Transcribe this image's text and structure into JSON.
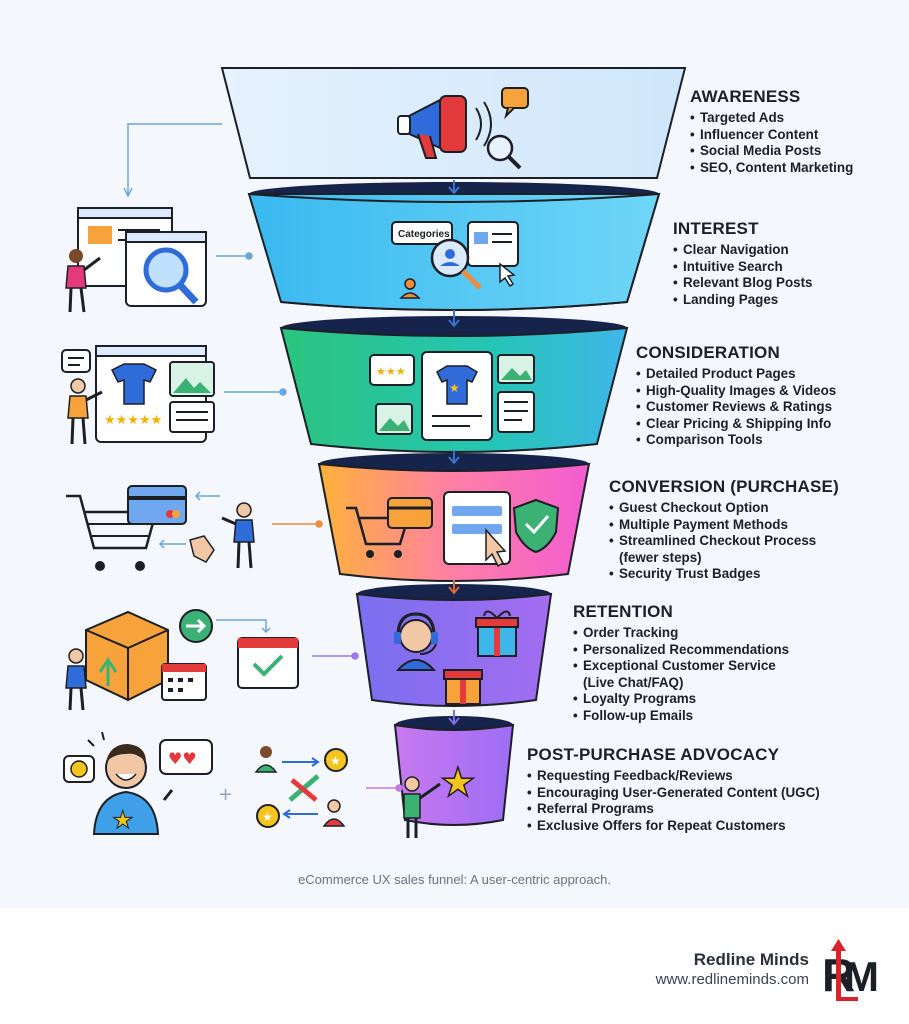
{
  "stages": [
    {
      "title": "AWARENESS",
      "items": [
        "Targeted Ads",
        "Influencer Content",
        "Social Media Posts",
        "SEO, Content Marketing"
      ]
    },
    {
      "title": "INTEREST",
      "items": [
        "Clear Navigation",
        "Intuitive Search",
        "Relevant Blog Posts",
        "Landing Pages"
      ]
    },
    {
      "title": "CONSIDERATION",
      "items": [
        "Detailed Product Pages",
        "High-Quality Images & Videos",
        "Customer Reviews & Ratings",
        "Clear Pricing & Shipping Info",
        "Comparison Tools"
      ]
    },
    {
      "title": "CONVERSION (PURCHASE)",
      "items": [
        "Guest Checkout Option",
        "Multiple Payment Methods",
        "Streamlined Checkout Process",
        "(fewer steps)",
        "Security Trust Badges"
      ]
    },
    {
      "title": "RETENTION",
      "items": [
        "Order Tracking",
        "Personalized Recommendations",
        "Exceptional Customer Service",
        "(Live Chat/FAQ)",
        "Loyalty Programs",
        "Follow-up Emails"
      ]
    },
    {
      "title": "POST-PURCHASE ADVOCACY",
      "items": [
        "Requesting Feedback/Reviews",
        "Encouraging User-Generated Content (UGC)",
        "Referral Programs",
        "Exclusive Offers for Repeat Customers"
      ]
    }
  ],
  "bullet": "•",
  "icon_labels": {
    "categories": "Categories"
  },
  "caption": "eCommerce UX sales funnel: A user-centric approach.",
  "brand": {
    "name": "Redline Minds",
    "url": "www.redlineminds.com",
    "logo_text": "RLM"
  },
  "colors": {
    "accent_red": "#d8232a",
    "ink": "#1c1f26",
    "connector": "#6aa6d8"
  }
}
